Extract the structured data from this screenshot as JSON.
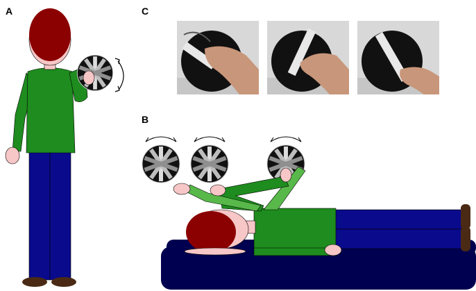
{
  "panels": {
    "a_label": "A",
    "b_label": "B",
    "c_label": "C"
  },
  "colors": {
    "hair": "#8b0000",
    "skin": "#f7c6c6",
    "shirt": "#1e8c1e",
    "shirt_light": "#58b84a",
    "pants": "#0a0a8c",
    "shoes": "#4a2a14",
    "mattress": "#000050",
    "disc": "#111111",
    "photo_bg": "#d9d9d9"
  },
  "icons": {
    "rotation_arrows": "curved-double-arrow-icon",
    "disc": "rotating-disc-icon"
  }
}
